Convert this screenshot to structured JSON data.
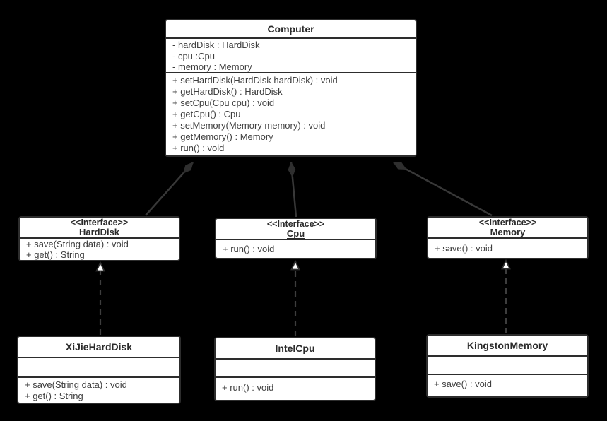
{
  "colors": {
    "background": "#000000",
    "box_fill": "#ffffff",
    "box_border": "#2d2d2d",
    "line": "#3a3a3a",
    "text": "#3f3f3f"
  },
  "classes": {
    "computer": {
      "name": "Computer",
      "attributes": [
        "- hardDisk : HardDisk",
        "- cpu :Cpu",
        "- memory : Memory"
      ],
      "methods": [
        "+ setHardDisk(HardDisk hardDisk) : void",
        "+ getHardDisk() : HardDisk",
        "+ setCpu(Cpu cpu) : void",
        "+ getCpu() : Cpu",
        "+ setMemory(Memory memory) : void",
        "+ getMemory() : Memory",
        "+ run() : void"
      ]
    },
    "hard_disk": {
      "stereotype": "<<Interface>>",
      "name": "HardDisk",
      "methods": [
        "+ save(String data) : void",
        "+ get() : String"
      ]
    },
    "cpu": {
      "stereotype": "<<Interface>>",
      "name": "Cpu",
      "methods": [
        "+ run() : void"
      ]
    },
    "memory": {
      "stereotype": "<<Interface>>",
      "name": "Memory",
      "methods": [
        "+ save() : void"
      ]
    },
    "xijie_hard_disk": {
      "name": "XiJieHardDisk",
      "methods": [
        "+ save(String data) : void",
        "+ get() : String"
      ]
    },
    "intel_cpu": {
      "name": "IntelCpu",
      "methods": [
        "+ run() : void"
      ]
    },
    "kingston_memory": {
      "name": "KingstonMemory",
      "methods": [
        "+ save() : void"
      ]
    }
  },
  "relationships": [
    {
      "from": "Computer",
      "to": "HardDisk",
      "type": "composition"
    },
    {
      "from": "Computer",
      "to": "Cpu",
      "type": "composition"
    },
    {
      "from": "Computer",
      "to": "Memory",
      "type": "composition"
    },
    {
      "from": "XiJieHardDisk",
      "to": "HardDisk",
      "type": "realization"
    },
    {
      "from": "IntelCpu",
      "to": "Cpu",
      "type": "realization"
    },
    {
      "from": "KingstonMemory",
      "to": "Memory",
      "type": "realization"
    }
  ]
}
